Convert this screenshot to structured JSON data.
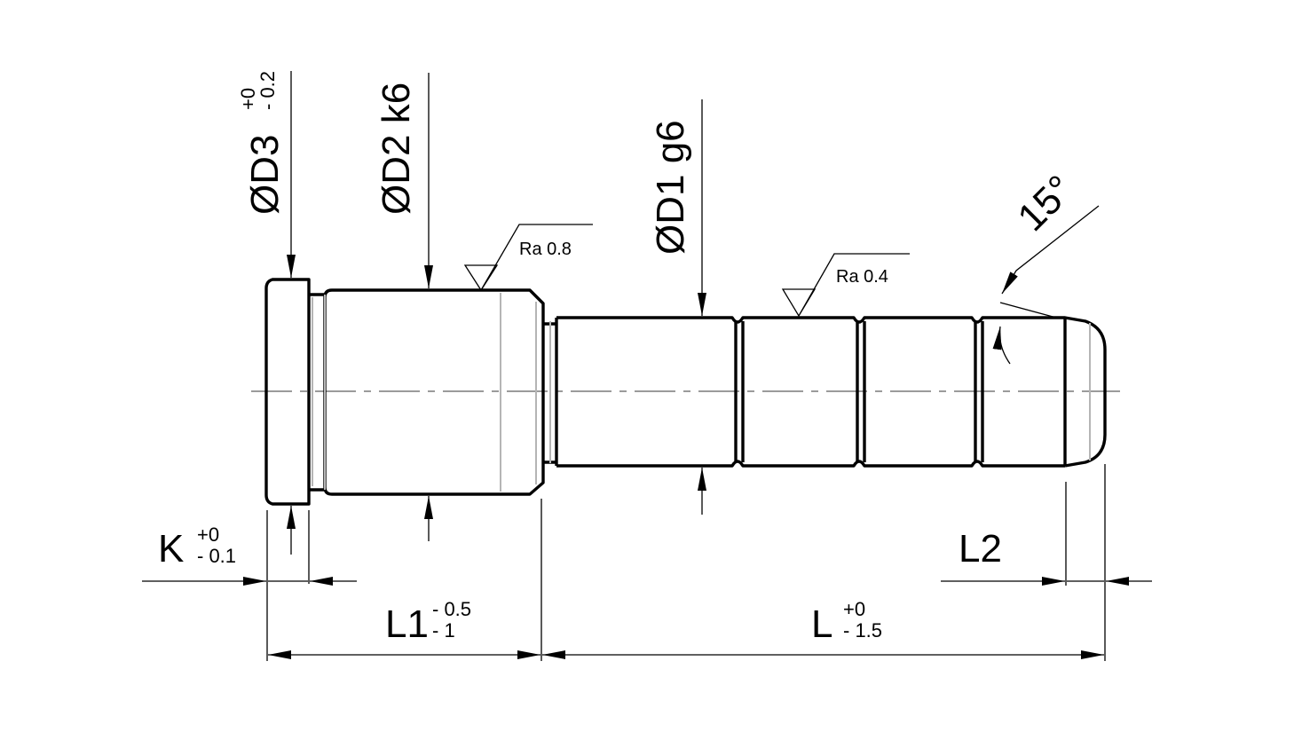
{
  "diagram": {
    "title": "",
    "colors": {
      "line": "#000000",
      "hidden_edge": "#b5b5b5",
      "centerline": "#7a7a7a",
      "background": "#ffffff"
    },
    "labels": {
      "d3": {
        "main": "ØD3",
        "upper_tol": "+0",
        "lower_tol": "- 0.2"
      },
      "d2": {
        "main": "ØD2 k6"
      },
      "d1": {
        "main": "ØD1 g6"
      },
      "angle": {
        "main": "15°"
      },
      "ra1": {
        "main": "Ra 0.8"
      },
      "ra2": {
        "main": "Ra 0.4"
      },
      "k": {
        "main": "K",
        "upper_tol": "+0",
        "lower_tol": "- 0.1"
      },
      "l1": {
        "main": "L1",
        "upper_tol": "- 0.5",
        "lower_tol": "- 1"
      },
      "l": {
        "main": "L",
        "upper_tol": "+0",
        "lower_tol": "- 1.5"
      },
      "l2": {
        "main": "L2"
      }
    }
  }
}
